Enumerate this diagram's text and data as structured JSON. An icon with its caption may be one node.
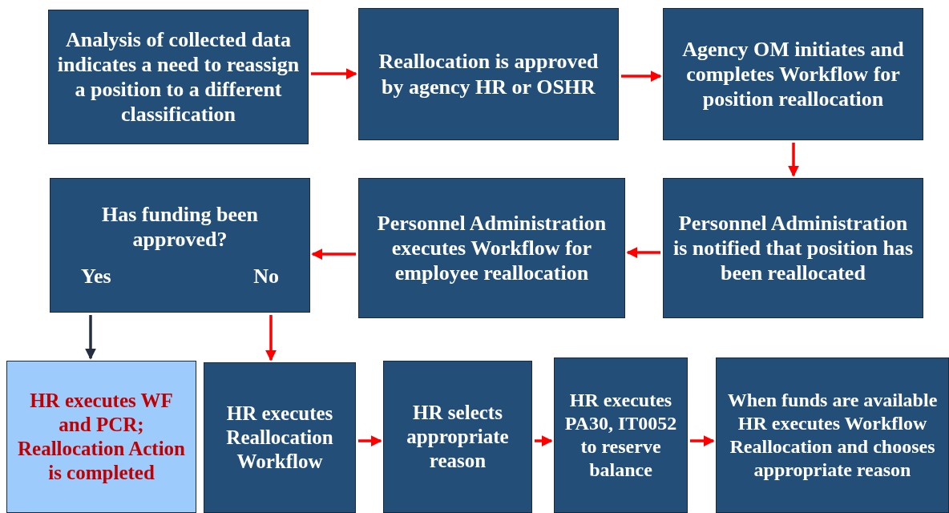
{
  "diagram": {
    "nodes": [
      {
        "text": [
          "Analysis of collected data indicates a need to reassign a position to a different classification"
        ]
      },
      {
        "text": [
          "Reallocation is approved by agency HR or OSHR"
        ]
      },
      {
        "text": [
          "Agency OM initiates and completes Workflow for position reallocation"
        ]
      },
      {
        "text": [
          "Personnel Administration is notified that position has been reallocated"
        ]
      },
      {
        "text": [
          "Personnel Administration executes Workflow for employee reallocation"
        ]
      },
      {
        "text": [
          "Has funding been approved?",
          "Yes",
          "No"
        ]
      },
      {
        "text": [
          "HR executes WF and PCR; Reallocation Action is completed"
        ]
      },
      {
        "text": [
          "HR executes Reallocation Workflow"
        ]
      },
      {
        "text": [
          "HR selects appropriate reason"
        ]
      },
      {
        "text": [
          "HR executes PA30, IT0052 to reserve balance"
        ]
      },
      {
        "text": [
          "When funds are available HR executes Workflow Reallocation and chooses appropriate reason"
        ]
      }
    ],
    "edges": [
      {
        "from": 0,
        "to": 1,
        "arrow": "to"
      },
      {
        "from": 1,
        "to": 2,
        "arrow": "to"
      },
      {
        "from": 2,
        "to": 3,
        "arrow": "to"
      },
      {
        "from": 3,
        "to": 4,
        "arrow": "to"
      },
      {
        "from": 4,
        "to": 5,
        "arrow": "to"
      },
      {
        "from": 5,
        "to": 6,
        "arrow": "to",
        "color": "#252f3f"
      },
      {
        "from": 5,
        "to": 7,
        "arrow": "to"
      },
      {
        "from": 7,
        "to": 8,
        "arrow": "to"
      },
      {
        "from": 8,
        "to": 9,
        "arrow": "to"
      },
      {
        "from": 9,
        "to": 10,
        "arrow": "to"
      }
    ]
  }
}
